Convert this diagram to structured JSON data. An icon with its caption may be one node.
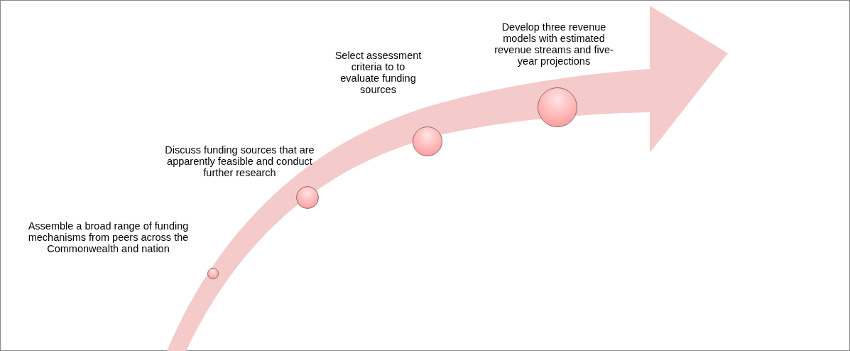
{
  "diagram": {
    "nodes": [
      {
        "text": [],
        "shape": "circle",
        "beside": [
          "Assemble a broad range of funding mechanisms from peers across the Commonwealth and nation"
        ]
      },
      {
        "text": [],
        "shape": "circle",
        "beside": [
          "Discuss funding sources that are apparently feasible and conduct further research"
        ]
      },
      {
        "text": [],
        "shape": "circle",
        "beside": [
          "Select assessment criteria to to evaluate funding sources"
        ]
      },
      {
        "text": [],
        "shape": "circle",
        "beside": [
          "Develop three revenue models with estimated revenue streams and five-year projections"
        ]
      }
    ]
  }
}
